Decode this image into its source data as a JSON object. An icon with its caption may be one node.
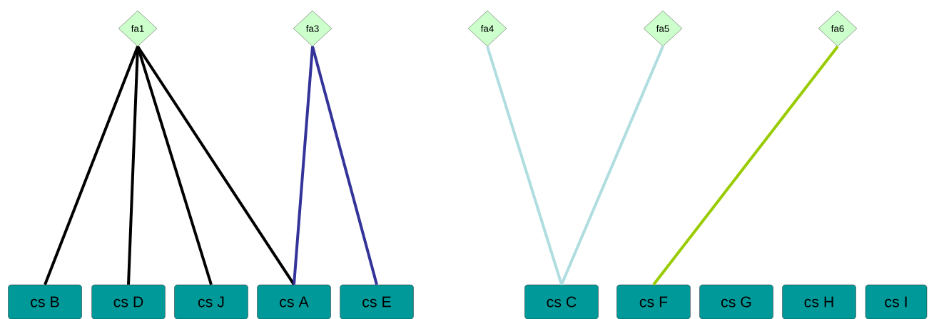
{
  "diagram": {
    "nodes": [
      {
        "text": [
          "fa1"
        ]
      },
      {
        "text": [
          "fa3"
        ]
      },
      {
        "text": [
          "fa4"
        ]
      },
      {
        "text": [
          "fa5"
        ]
      },
      {
        "text": [
          "fa6"
        ]
      },
      {
        "text": [
          "cs B"
        ]
      },
      {
        "text": [
          "cs D"
        ]
      },
      {
        "text": [
          "cs J"
        ]
      },
      {
        "text": [
          "cs A"
        ]
      },
      {
        "text": [
          "cs E"
        ]
      },
      {
        "text": [
          "cs C"
        ]
      },
      {
        "text": [
          "cs F"
        ]
      },
      {
        "text": [
          "cs G"
        ]
      },
      {
        "text": [
          "cs H"
        ]
      },
      {
        "text": [
          "cs I"
        ]
      }
    ],
    "edges": [
      {
        "from": 0,
        "to": 5,
        "arrow": "none"
      },
      {
        "from": 0,
        "to": 6,
        "arrow": "none"
      },
      {
        "from": 0,
        "to": 7,
        "arrow": "none"
      },
      {
        "from": 0,
        "to": 8,
        "arrow": "none"
      },
      {
        "from": 1,
        "to": 8,
        "arrow": "none",
        "color": "#333399"
      },
      {
        "from": 1,
        "to": 9,
        "arrow": "none",
        "color": "#333399"
      },
      {
        "from": 2,
        "to": 10,
        "arrow": "none",
        "color": "#b0dde0"
      },
      {
        "from": 3,
        "to": 10,
        "arrow": "none",
        "color": "#b0dde0"
      },
      {
        "from": 4,
        "to": 11,
        "arrow": "none",
        "color": "#99cc00"
      }
    ]
  }
}
